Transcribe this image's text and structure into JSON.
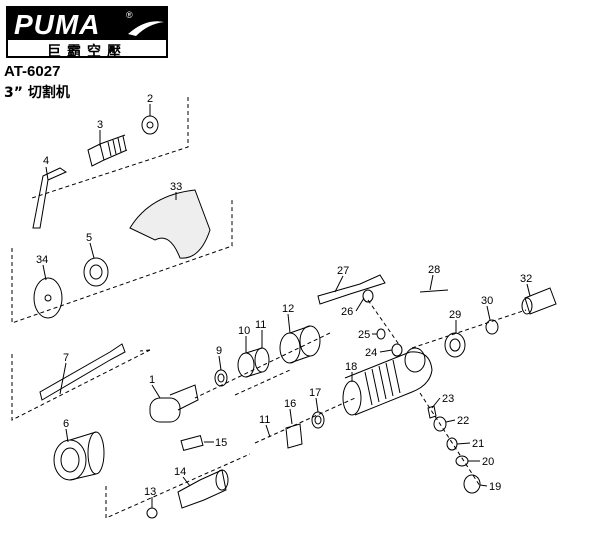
{
  "logo": {
    "brand": "PUMA",
    "registered": "®",
    "subtitle": "巨霸空壓"
  },
  "header": {
    "model": "AT-6027",
    "product": "3” 切割机"
  },
  "diagram": {
    "callouts": {
      "p1": "1",
      "p2": "2",
      "p3": "3",
      "p4": "4",
      "p5": "5",
      "p6": "6",
      "p7": "7",
      "p9": "9",
      "p10": "10",
      "p11a": "11",
      "p11b": "11",
      "p12": "12",
      "p13": "13",
      "p14": "14",
      "p15": "15",
      "p16": "16",
      "p17": "17",
      "p18": "18",
      "p19": "19",
      "p20": "20",
      "p21": "21",
      "p22": "22",
      "p23": "23",
      "p24": "24",
      "p25": "25",
      "p26": "26",
      "p27": "27",
      "p28": "28",
      "p29": "29",
      "p30": "30",
      "p32": "32",
      "p33": "33",
      "p34": "34"
    }
  }
}
